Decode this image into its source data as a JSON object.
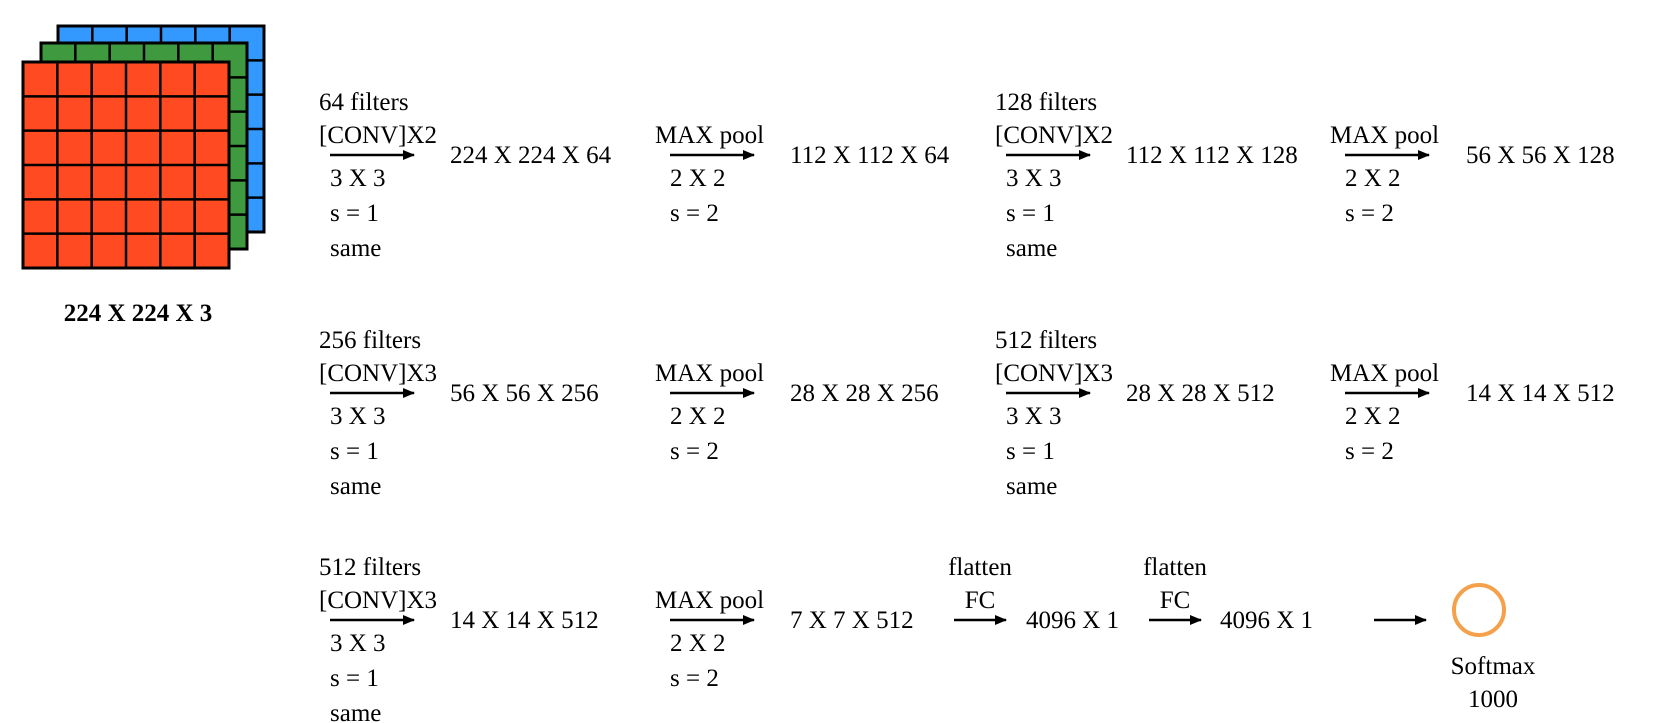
{
  "input": {
    "label": "224 X 224 X 3",
    "layers": [
      {
        "name": "blue",
        "color": "#3399FF"
      },
      {
        "name": "green",
        "color": "#3F9A3F"
      },
      {
        "name": "red",
        "color": "#FF4A22"
      }
    ],
    "grid_cells": 6
  },
  "rows": [
    {
      "items": [
        {
          "kind": "op",
          "name": "conv",
          "top": [
            "64 filters",
            "[CONV]X2"
          ],
          "bottom": [
            "3 X 3",
            "s = 1",
            "same"
          ]
        },
        {
          "kind": "dim",
          "text": "224 X 224 X 64"
        },
        {
          "kind": "op",
          "name": "pool",
          "top": [
            "MAX pool"
          ],
          "bottom": [
            "2 X 2",
            "s = 2"
          ]
        },
        {
          "kind": "dim",
          "text": "112 X 112 X 64"
        },
        {
          "kind": "op",
          "name": "conv",
          "top": [
            "128 filters",
            "[CONV]X2"
          ],
          "bottom": [
            "3 X 3",
            "s = 1",
            "same"
          ]
        },
        {
          "kind": "dim",
          "text": "112 X 112 X 128"
        },
        {
          "kind": "op",
          "name": "pool",
          "top": [
            "MAX pool"
          ],
          "bottom": [
            "2 X 2",
            "s = 2"
          ]
        },
        {
          "kind": "dim",
          "text": "56 X 56 X 128"
        }
      ]
    },
    {
      "items": [
        {
          "kind": "op",
          "name": "conv",
          "top": [
            "256 filters",
            "[CONV]X3"
          ],
          "bottom": [
            "3 X 3",
            "s = 1",
            "same"
          ]
        },
        {
          "kind": "dim",
          "text": "56 X 56 X 256"
        },
        {
          "kind": "op",
          "name": "pool",
          "top": [
            "MAX pool"
          ],
          "bottom": [
            "2 X 2",
            "s = 2"
          ]
        },
        {
          "kind": "dim",
          "text": "28 X 28 X 256"
        },
        {
          "kind": "op",
          "name": "conv",
          "top": [
            "512 filters",
            "[CONV]X3"
          ],
          "bottom": [
            "3 X 3",
            "s = 1",
            "same"
          ]
        },
        {
          "kind": "dim",
          "text": "28 X 28 X 512"
        },
        {
          "kind": "op",
          "name": "pool",
          "top": [
            "MAX pool"
          ],
          "bottom": [
            "2 X 2",
            "s = 2"
          ]
        },
        {
          "kind": "dim",
          "text": "14 X 14 X 512"
        }
      ]
    },
    {
      "items": [
        {
          "kind": "op",
          "name": "conv",
          "top": [
            "512 filters",
            "[CONV]X3"
          ],
          "bottom": [
            "3 X 3",
            "s = 1",
            "same"
          ]
        },
        {
          "kind": "dim",
          "text": "14 X 14 X 512"
        },
        {
          "kind": "op",
          "name": "pool",
          "top": [
            "MAX pool"
          ],
          "bottom": [
            "2 X 2",
            "s = 2"
          ]
        },
        {
          "kind": "dim",
          "text": "7 X 7 X 512"
        },
        {
          "kind": "op",
          "name": "fc",
          "top": [
            "flatten",
            "FC"
          ],
          "bottom": []
        },
        {
          "kind": "dim",
          "text": "4096 X 1"
        },
        {
          "kind": "op",
          "name": "fc",
          "top": [
            "flatten",
            "FC"
          ],
          "bottom": []
        },
        {
          "kind": "dim",
          "text": "4096 X 1"
        },
        {
          "kind": "op",
          "name": "final",
          "top": [],
          "bottom": []
        }
      ]
    }
  ],
  "output": {
    "lines": [
      "Softmax",
      "1000"
    ],
    "circle_color": "#F5A04A"
  }
}
